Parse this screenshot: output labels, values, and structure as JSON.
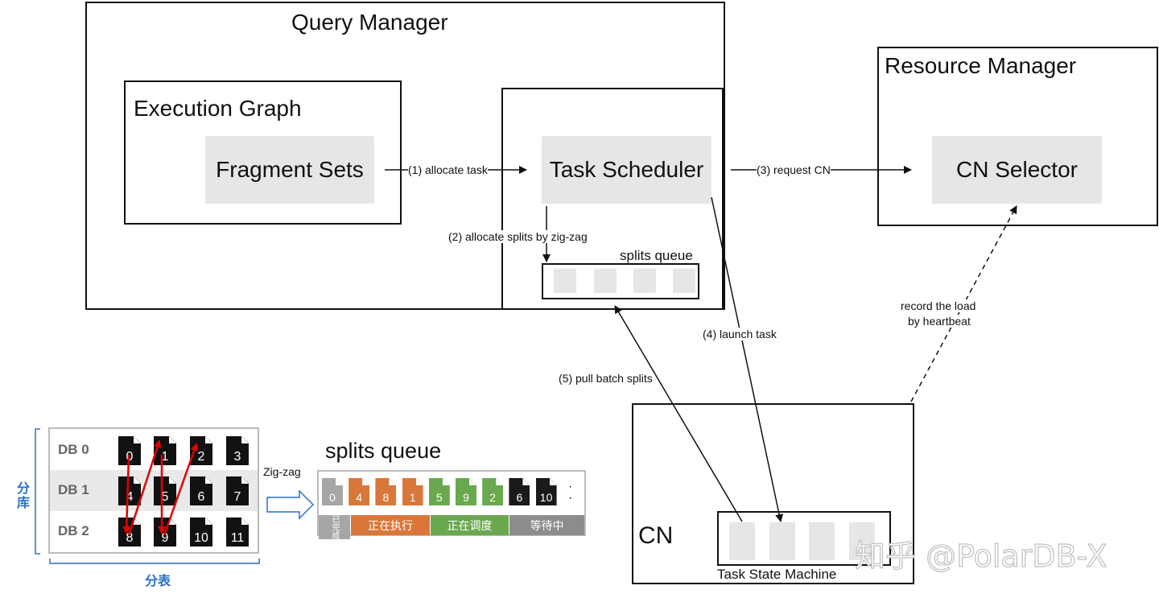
{
  "query_manager": {
    "title": "Query Manager"
  },
  "execution_graph": {
    "title": "Execution Graph",
    "fragment_sets": "Fragment Sets"
  },
  "task_scheduler": {
    "label": "Task Scheduler",
    "splits_queue_label": "splits queue"
  },
  "resource_manager": {
    "title": "Resource Manager",
    "cn_selector": "CN Selector"
  },
  "cn": {
    "title": "CN",
    "task_state_machine": "Task State Machine"
  },
  "edges": {
    "allocate_task": "(1) allocate task",
    "allocate_splits": "(2) allocate splits by zig-zag",
    "request_cn": "(3) request CN",
    "launch_task": "(4) launch task",
    "pull_batch": "(5) pull batch splits",
    "record_load_line1": "record the load",
    "record_load_line2": "by  heartbeat"
  },
  "db_grid": {
    "rows": [
      {
        "label": "DB 0",
        "files": [
          "0",
          "1",
          "2",
          "3"
        ]
      },
      {
        "label": "DB 1",
        "files": [
          "4",
          "5",
          "6",
          "7"
        ]
      },
      {
        "label": "DB 2",
        "files": [
          "8",
          "9",
          "10",
          "11"
        ]
      }
    ],
    "vertical_label": "分库",
    "horizontal_label": "分表",
    "zigzag_label": "Zig-zag"
  },
  "splits_queue": {
    "title": "splits queue",
    "items": [
      {
        "text": "0",
        "color": "#a6a6a6"
      },
      {
        "text": "4",
        "color": "#d9773a"
      },
      {
        "text": "8",
        "color": "#d9773a"
      },
      {
        "text": "1",
        "color": "#d9773a"
      },
      {
        "text": "5",
        "color": "#6aa84f"
      },
      {
        "text": "9",
        "color": "#6aa84f"
      },
      {
        "text": "2",
        "color": "#6aa84f"
      },
      {
        "text": "6",
        "color": "#1a1a1a"
      },
      {
        "text": "10",
        "color": "#1a1a1a"
      }
    ],
    "statuses": [
      {
        "text": "已完成",
        "color": "#a6a6a6"
      },
      {
        "text": "正在执行",
        "color": "#d9773a"
      },
      {
        "text": "正在调度",
        "color": "#6aa84f"
      },
      {
        "text": "等待中",
        "color": "#8c8c8c"
      }
    ]
  },
  "watermark": "知乎 @PolarDB-X"
}
